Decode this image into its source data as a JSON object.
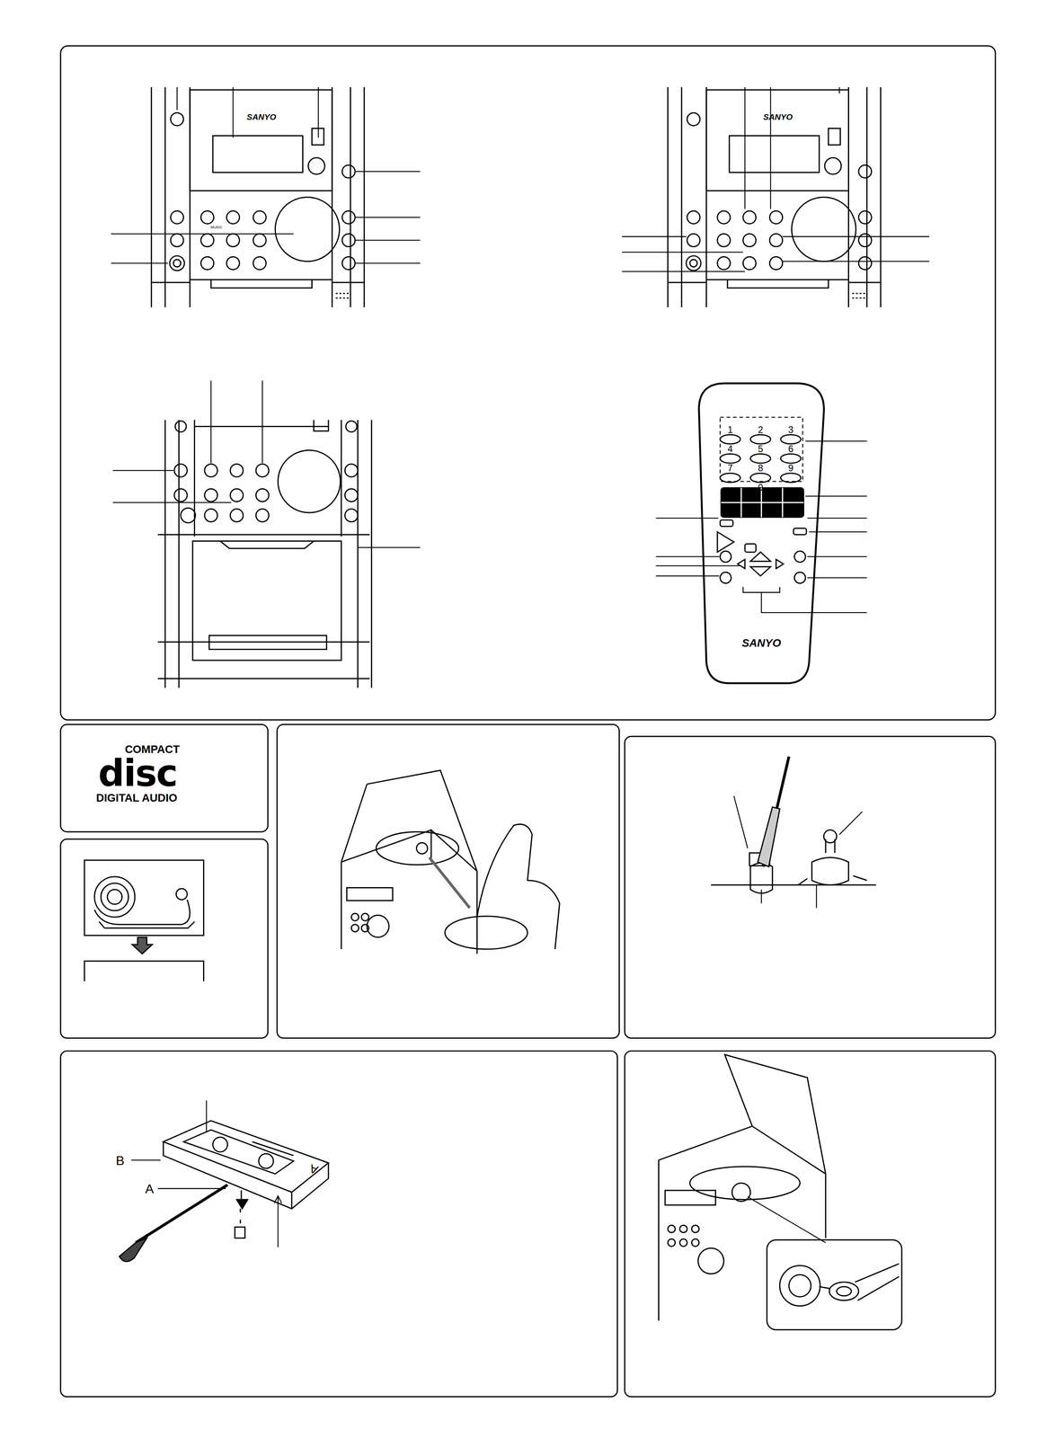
{
  "diagram": {
    "labels": [
      "SANYO",
      "MUSIC",
      "SANYO",
      "1",
      "2",
      "3",
      "4",
      "5",
      "6",
      "7",
      "8",
      "9",
      "0",
      "SANYO",
      "COMPACT",
      "disc",
      "DIGITAL AUDIO",
      "B",
      "A",
      "A"
    ]
  }
}
